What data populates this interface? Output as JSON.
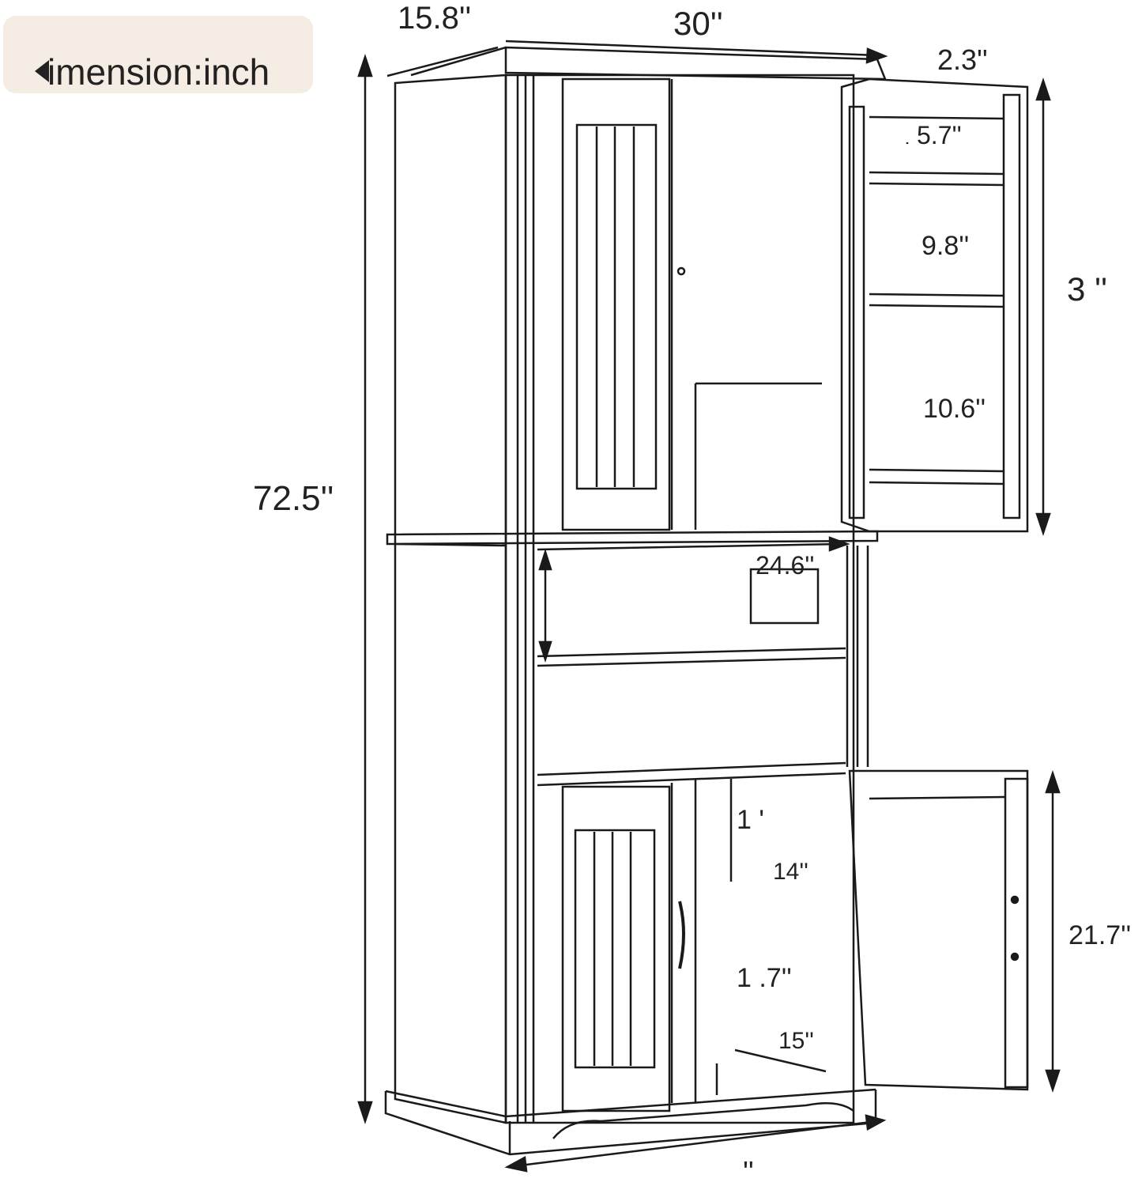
{
  "badge": {
    "label": "imension:inch"
  },
  "dimensions": {
    "depth": "15.8''",
    "width": "30''",
    "height_total": "72.5''",
    "door_thickness": "2.3''",
    "door_shelf_top": "5.7''",
    "shelf_gap_1": "9.8''",
    "shelf_gap_2": "10.6''",
    "upper_door_height": "3  ''",
    "inner_width": "24.6''",
    "lower_1": "1   '",
    "lower_depth": "14''",
    "lower_2": "1  .7''",
    "lower_door_height": "21.7''",
    "lower_bottom": "15''",
    "base_width": "''"
  }
}
